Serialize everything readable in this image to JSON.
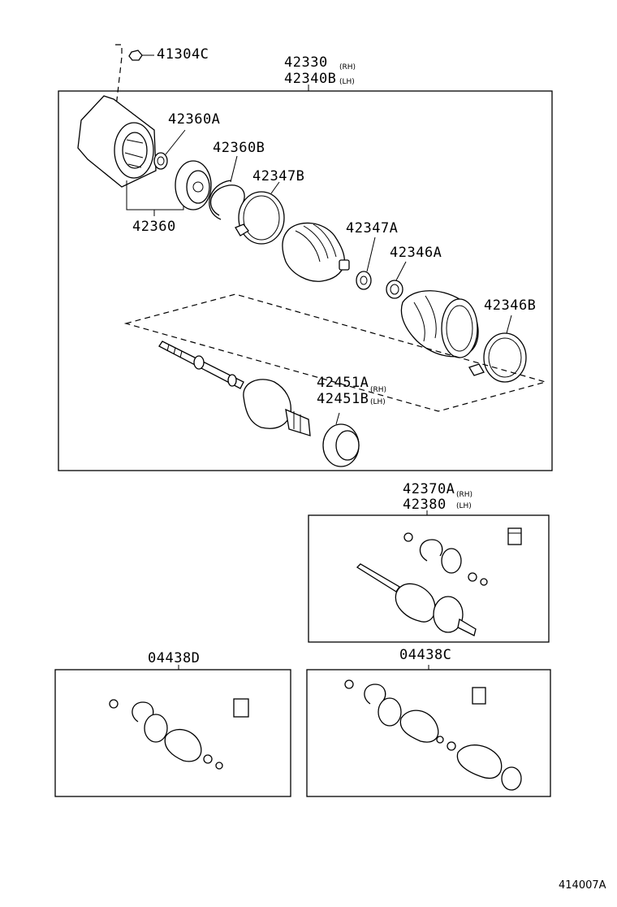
{
  "parts": {
    "p41304c": "41304C",
    "p42330": "42330",
    "p42330_side": "(RH)",
    "p42340b": "42340B",
    "p42340b_side": "(LH)",
    "p42360a": "42360A",
    "p42360b": "42360B",
    "p42347b": "42347B",
    "p42360": "42360",
    "p42347a": "42347A",
    "p42346a": "42346A",
    "p42346b": "42346B",
    "p42451a": "42451A",
    "p42451a_side": "(RH)",
    "p42451b": "42451B",
    "p42451b_side": "(LH)",
    "p42370a": "42370A",
    "p42370a_side": "(RH)",
    "p42380": "42380",
    "p42380_side": "(LH)",
    "p04438d": "04438D",
    "p04438c": "04438C"
  },
  "diagram_ref": "414007A"
}
